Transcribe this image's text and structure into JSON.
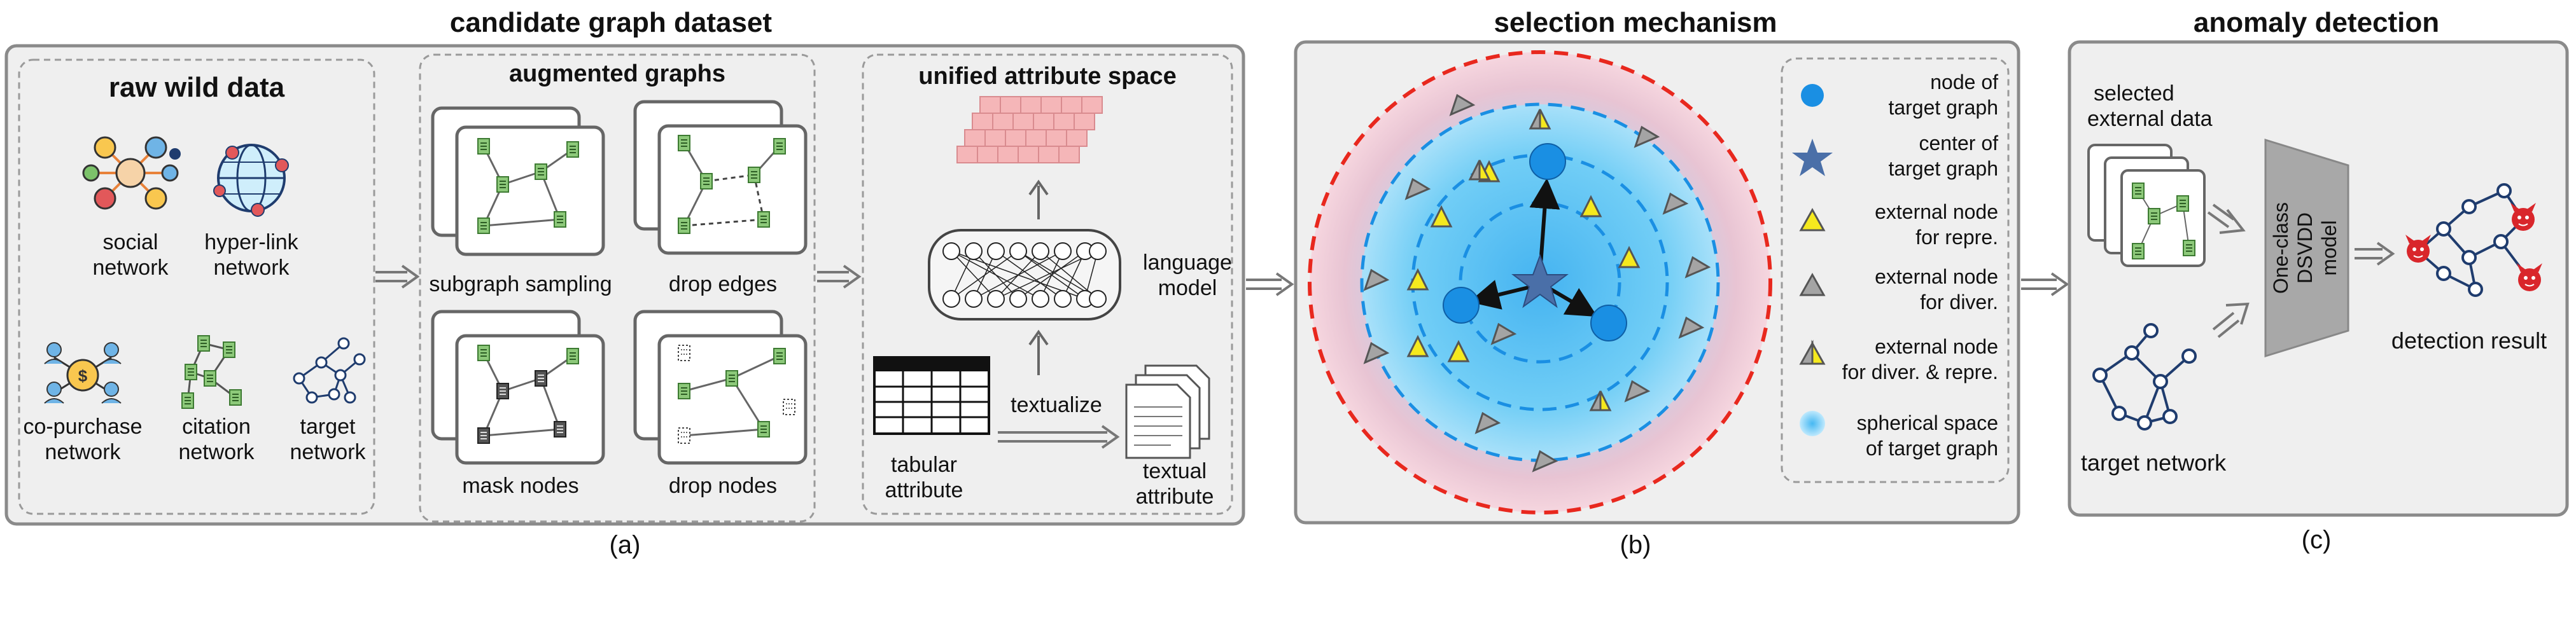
{
  "panel_a": {
    "title": "candidate graph dataset",
    "caption": "(a)",
    "raw": {
      "title": "raw wild data",
      "social": [
        "social",
        "network"
      ],
      "hyperlink": [
        "hyper-link",
        "network"
      ],
      "copurchase": [
        "co-purchase",
        "network"
      ],
      "citation": [
        "citation",
        "network"
      ],
      "target": [
        "target",
        "network"
      ]
    },
    "aug": {
      "title": "augmented graphs",
      "subgraph": "subgraph sampling",
      "drop_edges": "drop edges",
      "mask_nodes": "mask nodes",
      "drop_nodes": "drop nodes"
    },
    "unified": {
      "title": "unified attribute space",
      "lm": [
        "language",
        "model"
      ],
      "tabular": [
        "tabular",
        "attribute"
      ],
      "textualize": "textualize",
      "textual": [
        "textual",
        "attribute"
      ]
    }
  },
  "panel_b": {
    "title": "selection mechanism",
    "caption": "(b)",
    "legend": [
      {
        "icon": "blue-circle",
        "lines": [
          "node of",
          "target graph"
        ]
      },
      {
        "icon": "blue-star",
        "lines": [
          "center of",
          "target graph"
        ]
      },
      {
        "icon": "yellow-triangle",
        "lines": [
          "external node",
          "for repre."
        ]
      },
      {
        "icon": "gray-triangle",
        "lines": [
          "external node",
          "for diver."
        ]
      },
      {
        "icon": "half-triangle",
        "lines": [
          "external node",
          "for diver. & repre."
        ]
      },
      {
        "icon": "blue-disc",
        "lines": [
          "spherical  space",
          "of target graph"
        ]
      }
    ]
  },
  "panel_c": {
    "title": "anomaly detection",
    "caption": "(c)",
    "selected": [
      "selected",
      "external data"
    ],
    "model": [
      "One-class",
      "DSVDD",
      "model"
    ],
    "target": "target network",
    "result": "detection result"
  },
  "colors": {
    "panel_bg": "#efefef",
    "border": "#8a8a8a",
    "node_blue": "#1a8fe3",
    "graph_green": "#7cc26a",
    "sphere_blue": "#5ec8f5",
    "outer_red": "#e8281e",
    "pink_cells": "#f5b6b8",
    "yellow": "#f5e91e",
    "gray_tri": "#a4a4a4",
    "navy": "#1f3c6e"
  }
}
